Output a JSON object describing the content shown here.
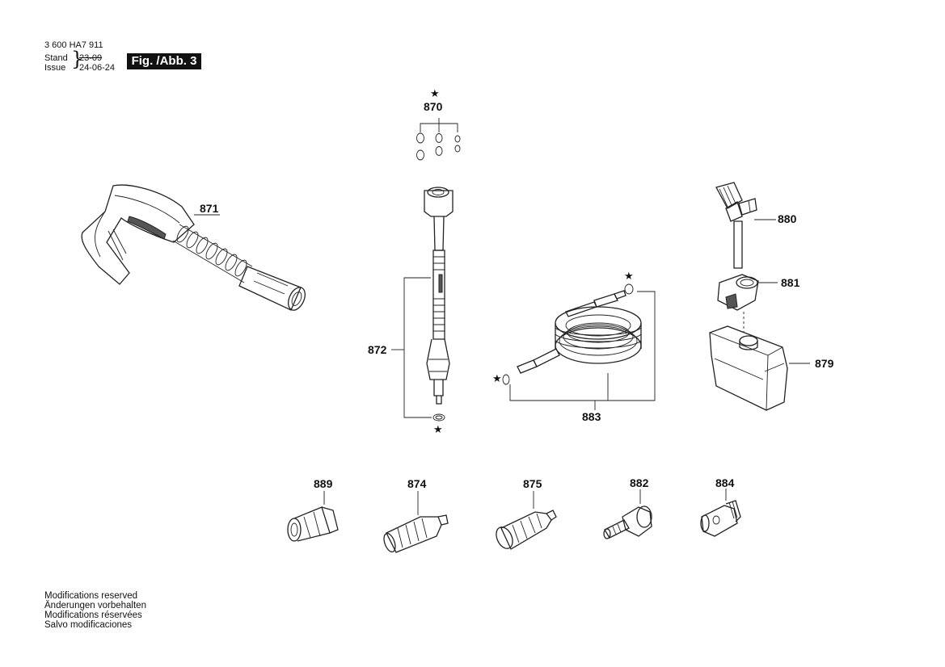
{
  "header": {
    "doc_number": "3 600 HA7 911",
    "stand_label": "Stand",
    "issue_label": "Issue",
    "brace": "}",
    "stand_date": "23-09",
    "issue_date": "24-06-24",
    "figure_label": "Fig. /Abb. 3"
  },
  "parts": {
    "p870": "870",
    "p871": "871",
    "p872": "872",
    "p880": "880",
    "p881": "881",
    "p879": "879",
    "p883": "883",
    "p889": "889",
    "p874": "874",
    "p875": "875",
    "p882": "882",
    "p884": "884"
  },
  "markers": {
    "star": "★"
  },
  "footer": {
    "line1": "Modifications reserved",
    "line2": "Änderungen vorbehalten",
    "line3": "Modifications réservées",
    "line4": "Salvo modificaciones"
  }
}
